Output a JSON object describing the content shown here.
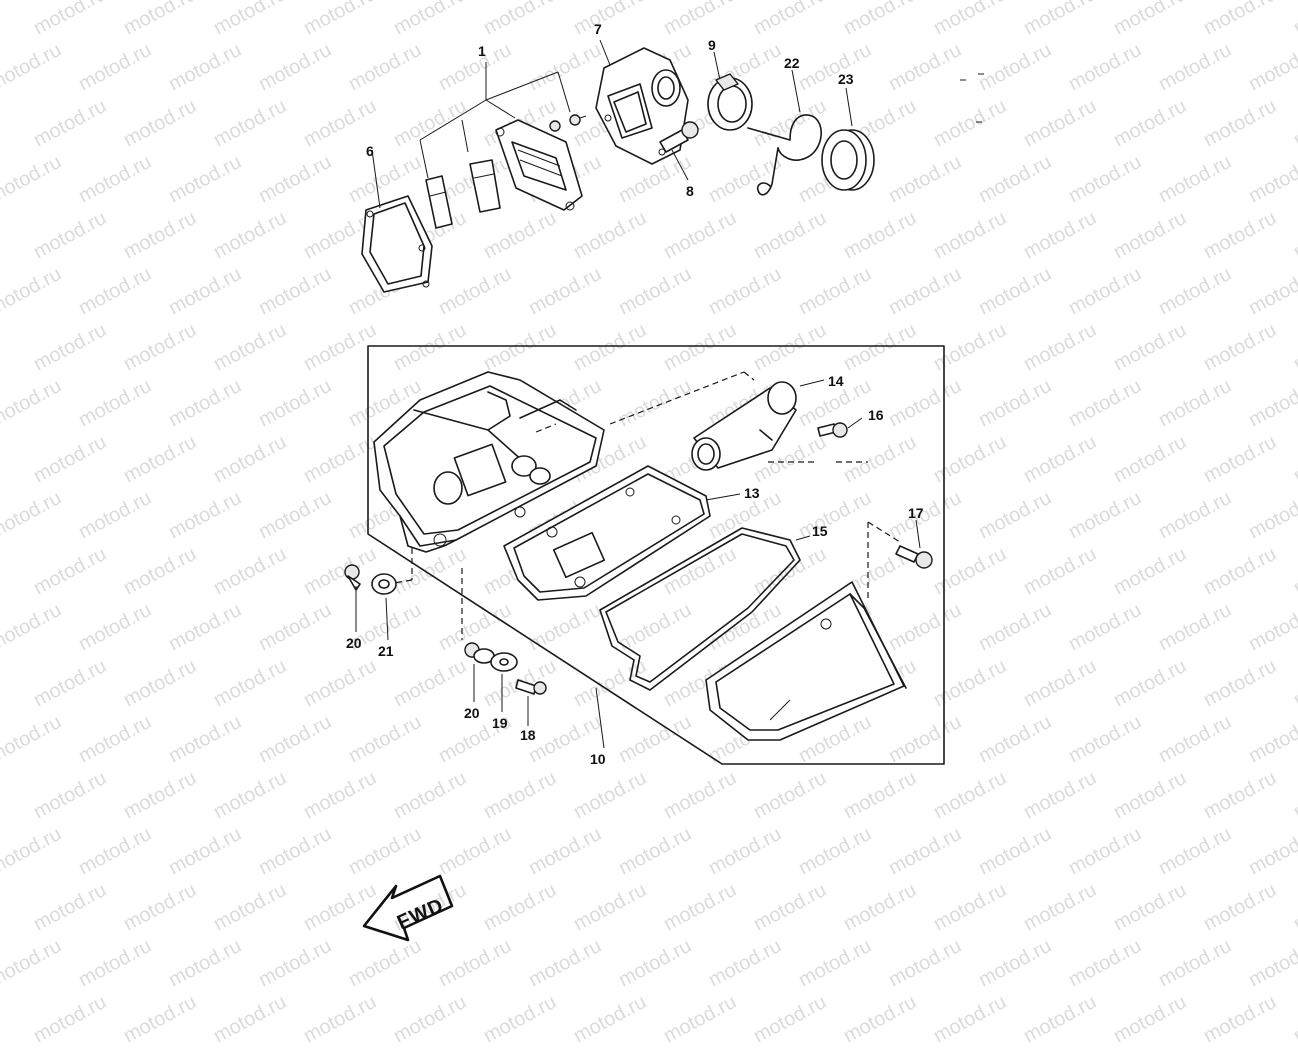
{
  "watermark": {
    "text": "motod.ru"
  },
  "callouts": [
    {
      "id": "c1",
      "label": "1"
    },
    {
      "id": "c6",
      "label": "6"
    },
    {
      "id": "c7",
      "label": "7"
    },
    {
      "id": "c8",
      "label": "8"
    },
    {
      "id": "c9",
      "label": "9"
    },
    {
      "id": "c22",
      "label": "22"
    },
    {
      "id": "c23",
      "label": "23"
    },
    {
      "id": "c14",
      "label": "14"
    },
    {
      "id": "c16",
      "label": "16"
    },
    {
      "id": "c13",
      "label": "13"
    },
    {
      "id": "c15",
      "label": "15"
    },
    {
      "id": "c17",
      "label": "17"
    },
    {
      "id": "c20a",
      "label": "20"
    },
    {
      "id": "c21",
      "label": "21"
    },
    {
      "id": "c20b",
      "label": "20"
    },
    {
      "id": "c19",
      "label": "19"
    },
    {
      "id": "c18",
      "label": "18"
    },
    {
      "id": "c10",
      "label": "10"
    }
  ],
  "direction_marker": {
    "label": "FWD"
  }
}
